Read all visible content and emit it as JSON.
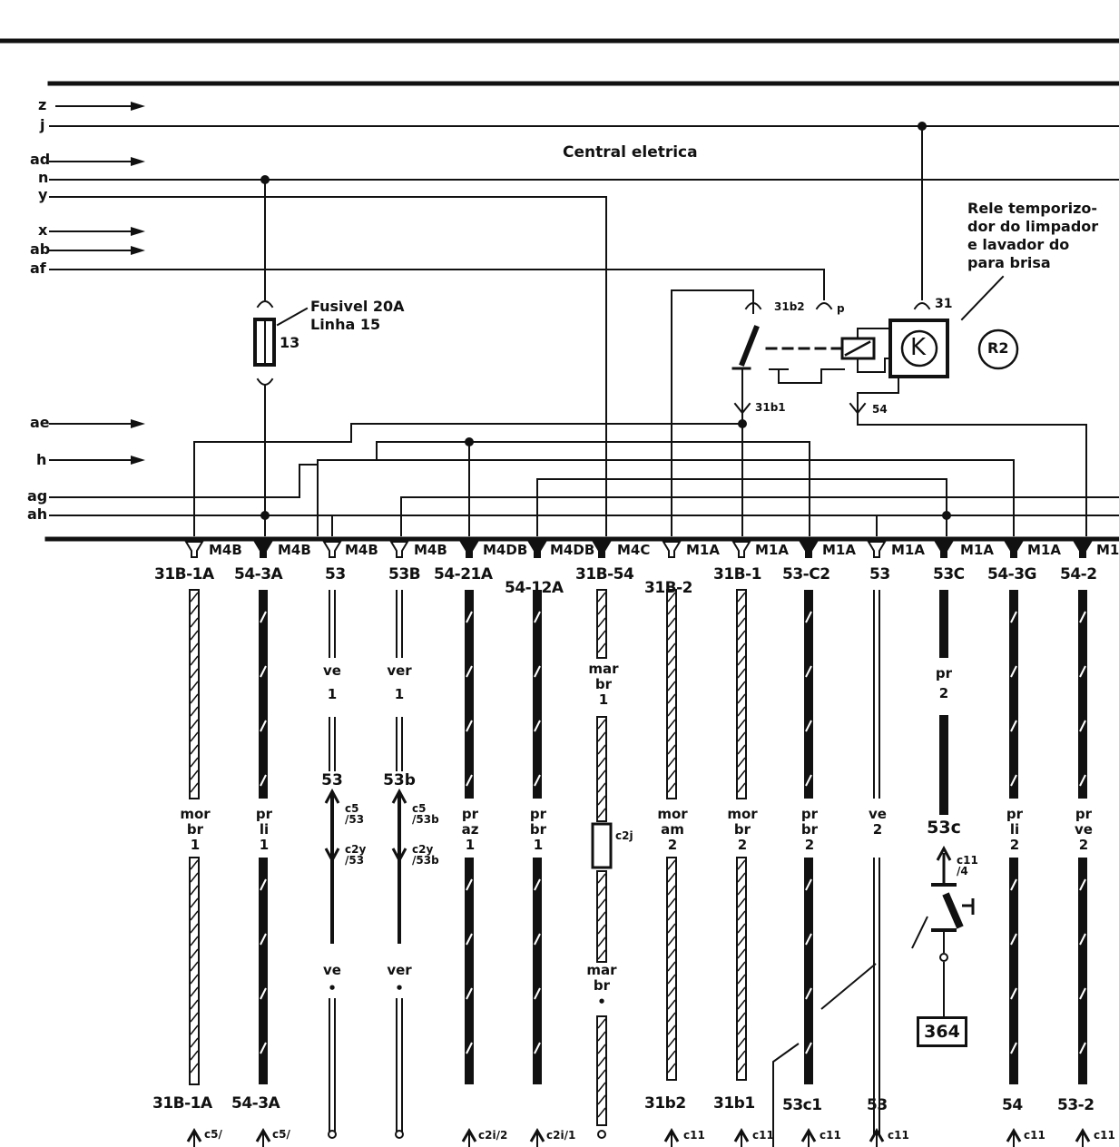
{
  "title": "Central eletrica",
  "relay_note": [
    "Rele temporizo-",
    "dor do limpador",
    "e lavador do",
    "para brisa"
  ],
  "relay_badge": "R2",
  "relay_symbol": "K",
  "fuse": {
    "line1": "Fusivel 20A",
    "line2": "Linha 15",
    "number": "13"
  },
  "rails": [
    "z",
    "j",
    "ad",
    "n",
    "y",
    "x",
    "ab",
    "af",
    "ae",
    "h",
    "ag",
    "ah"
  ],
  "relay_pins": {
    "p31b2": "31b2",
    "p": "p",
    "p31": "31",
    "p31b1": "31b1",
    "p54": "54"
  },
  "connectors": [
    {
      "conn": "M4B",
      "term": "31B-1A"
    },
    {
      "conn": "M4B",
      "term": "54-3A"
    },
    {
      "conn": "M4B",
      "term": "53"
    },
    {
      "conn": "M4B",
      "term": "53B"
    },
    {
      "conn": "M4DB",
      "term": "54-21A"
    },
    {
      "conn": "M4DB",
      "term": "54-12A"
    },
    {
      "conn": "M4C",
      "term": "31B-54"
    },
    {
      "conn": "M1A",
      "term": "31B-2"
    },
    {
      "conn": "M1A",
      "term": "31B-1"
    },
    {
      "conn": "M1A",
      "term": "53-C2"
    },
    {
      "conn": "M1A",
      "term": "53"
    },
    {
      "conn": "M1A",
      "term": "53C"
    },
    {
      "conn": "M1A",
      "term": "54-3G"
    },
    {
      "conn": "M1",
      "term": "54-2"
    }
  ],
  "wire_colors": [
    [
      "mor",
      "br",
      "1"
    ],
    [
      "pr",
      "li",
      "1"
    ],
    [
      "ve",
      "1"
    ],
    [
      "ver",
      "1"
    ],
    [
      "pr",
      "az",
      "1"
    ],
    [
      "pr",
      "br",
      "1"
    ],
    [
      "mar",
      "br",
      "1"
    ],
    [
      "mor",
      "am",
      "2"
    ],
    [
      "mor",
      "br",
      "2"
    ],
    [
      "pr",
      "br",
      "2"
    ],
    [
      "ve",
      "2"
    ],
    [
      "pr",
      "2"
    ],
    [
      "pr",
      "li",
      "2"
    ],
    [
      "pr",
      "ve",
      "2"
    ]
  ],
  "upper_labels": {
    "w53": [
      "ve",
      "1"
    ],
    "w53b": [
      "ver",
      "1"
    ],
    "w31b54": [
      "mar",
      "br",
      "1"
    ],
    "w53c": [
      "pr",
      "2"
    ]
  },
  "mid_labels": {
    "c53": "53",
    "c53b": "53b",
    "c53c": "53c"
  },
  "plug_labels": {
    "c5_53": [
      "c5",
      "/53"
    ],
    "c2y_53": [
      "c2y",
      "/53"
    ],
    "c5_53b": [
      "c5",
      "/53b"
    ],
    "c2y_53b": [
      "c2y",
      "/53b"
    ],
    "c2j": "c2j",
    "c11_4": [
      "c11",
      "/4"
    ]
  },
  "lower_labels": {
    "ve": "ve",
    "ver": "ver",
    "mar": "mar",
    "br": "br",
    "dot": "•"
  },
  "component_364": "364",
  "bottom_terms": [
    "31B-1A",
    "54-3A",
    "31b2",
    "31b1",
    "53c1",
    "53",
    "54",
    "53-2"
  ],
  "bottom_plugs": [
    "c5/",
    "c5/",
    "c2i/2",
    "c2i/1",
    "c11",
    "c11",
    "c11",
    "c11",
    "c11",
    "c11"
  ]
}
